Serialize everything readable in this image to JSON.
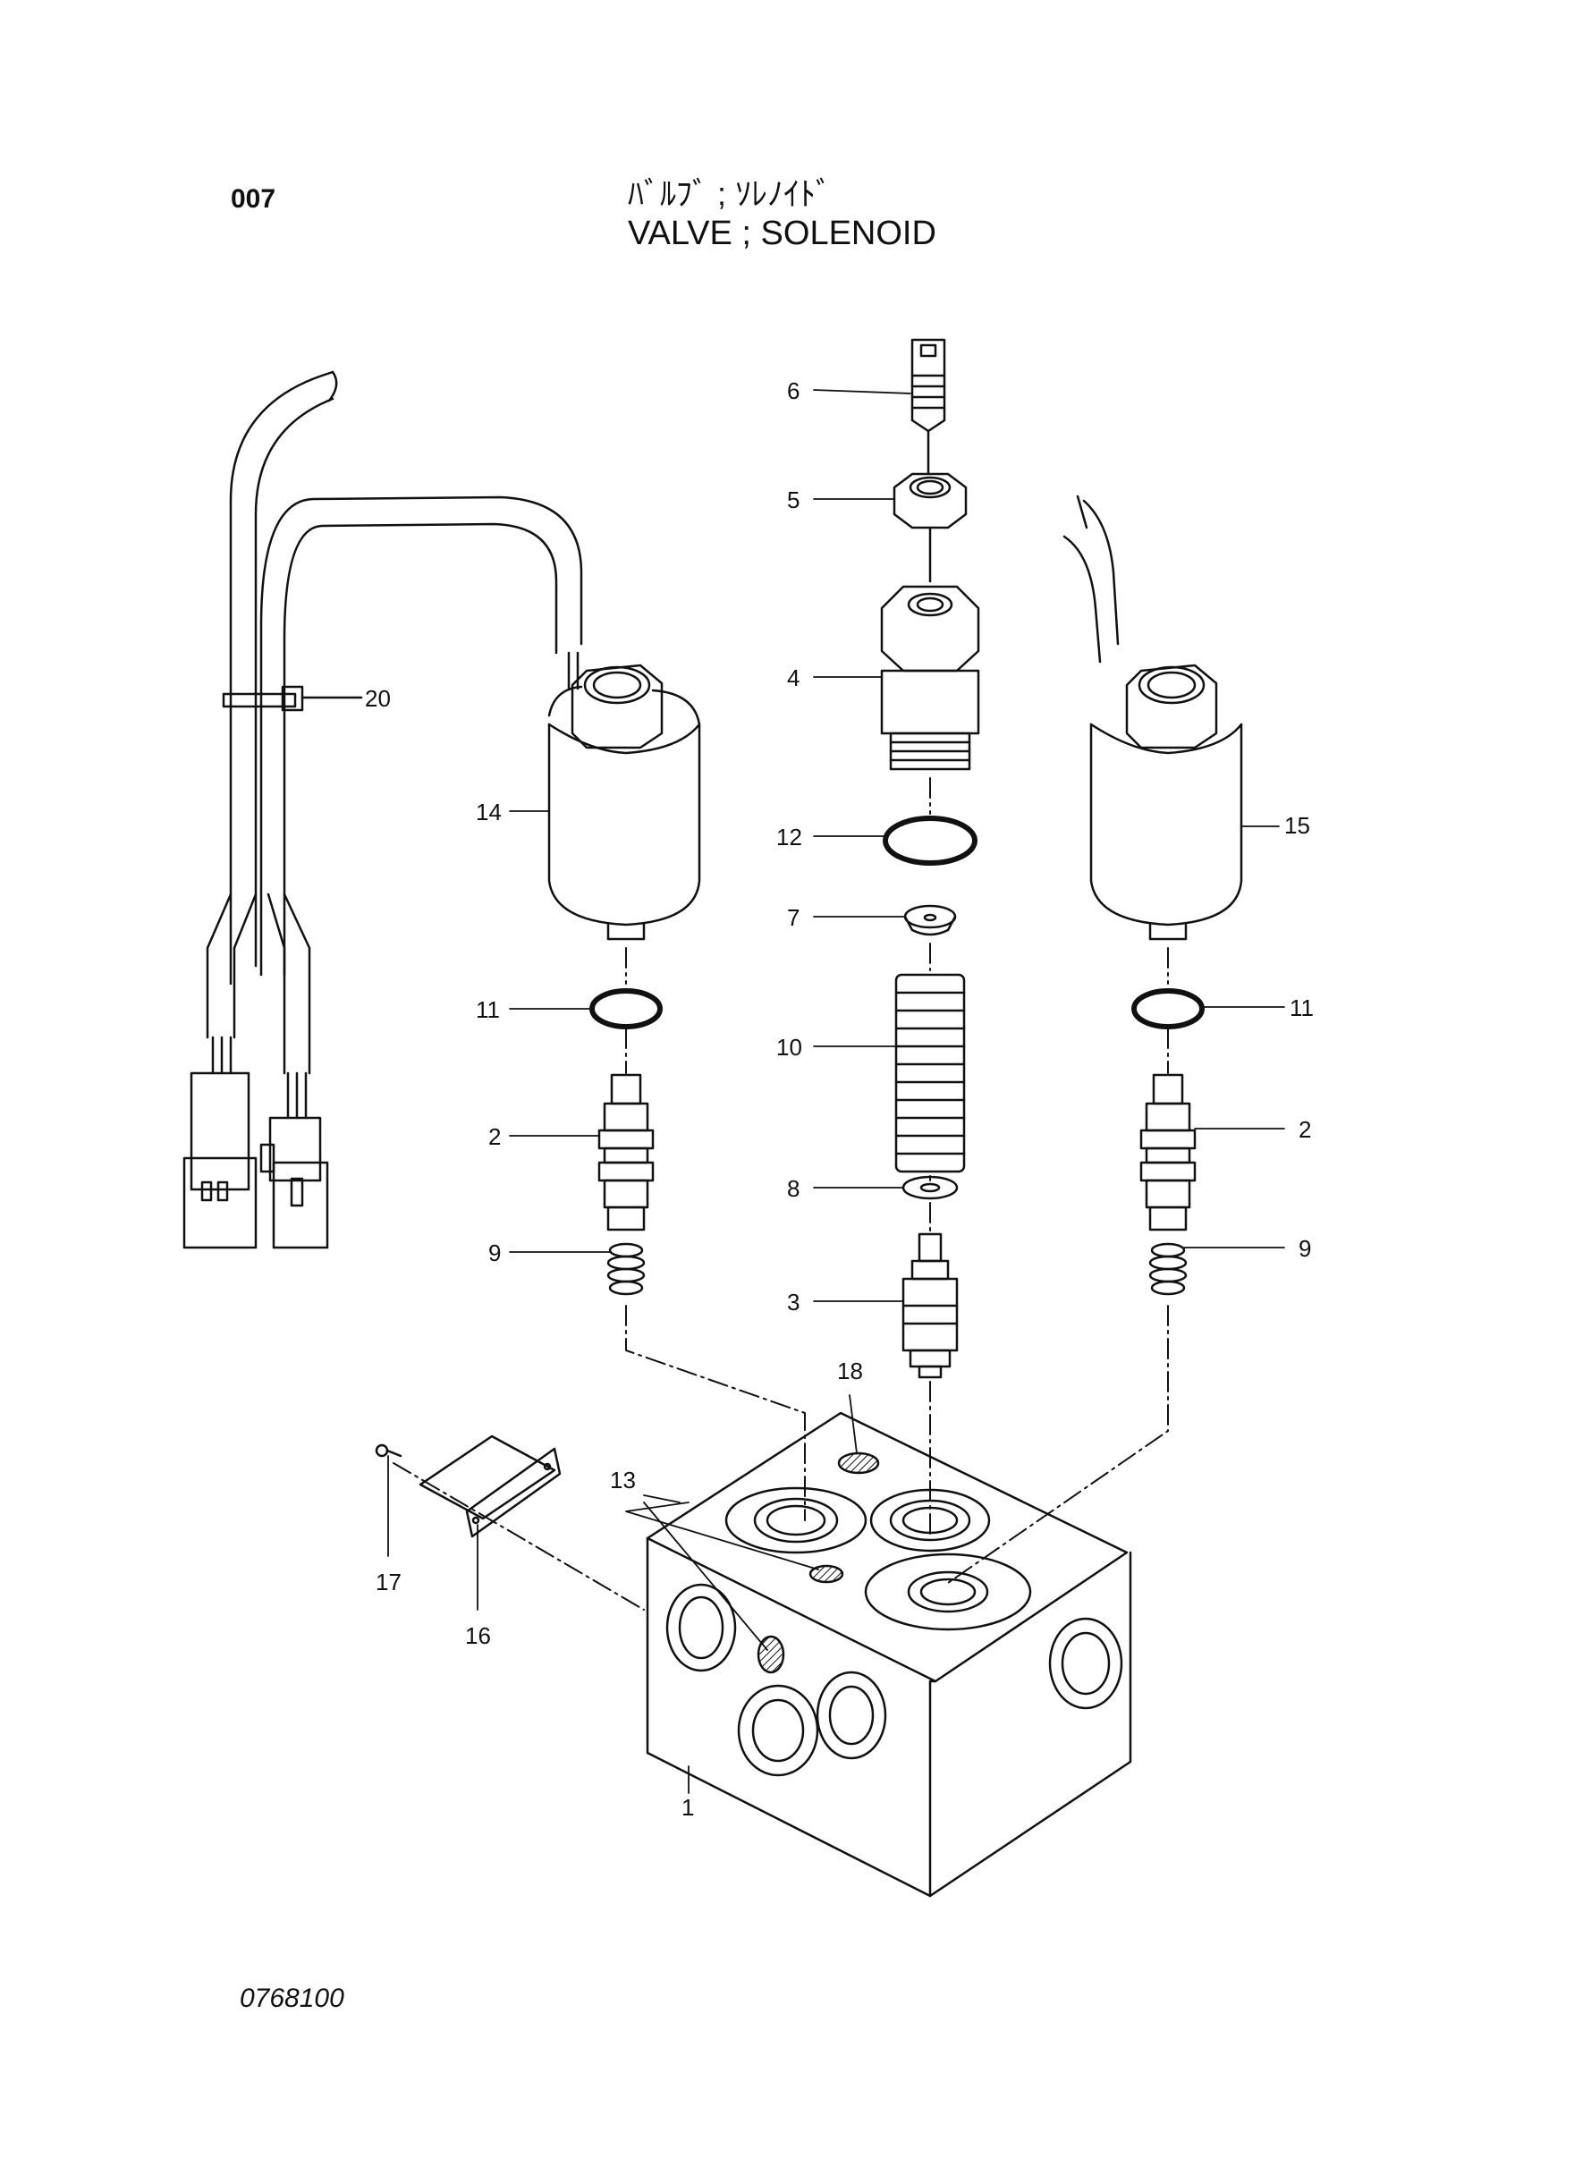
{
  "header": {
    "page_number": "007",
    "title_jp": "ﾊﾞﾙﾌﾞ ; ｿﾚﾉｲﾄﾞ",
    "title_en": "VALVE ; SOLENOID"
  },
  "footer": {
    "drawing_number": "0768100"
  },
  "callouts": {
    "c1": "1",
    "c2a": "2",
    "c2b": "2",
    "c3": "3",
    "c4": "4",
    "c5": "5",
    "c6": "6",
    "c7": "7",
    "c8": "8",
    "c9a": "9",
    "c9b": "9",
    "c10": "10",
    "c11a": "11",
    "c11b": "11",
    "c12": "12",
    "c13": "13",
    "c14": "14",
    "c15": "15",
    "c16": "16",
    "c17": "17",
    "c18": "18",
    "c20": "20"
  }
}
